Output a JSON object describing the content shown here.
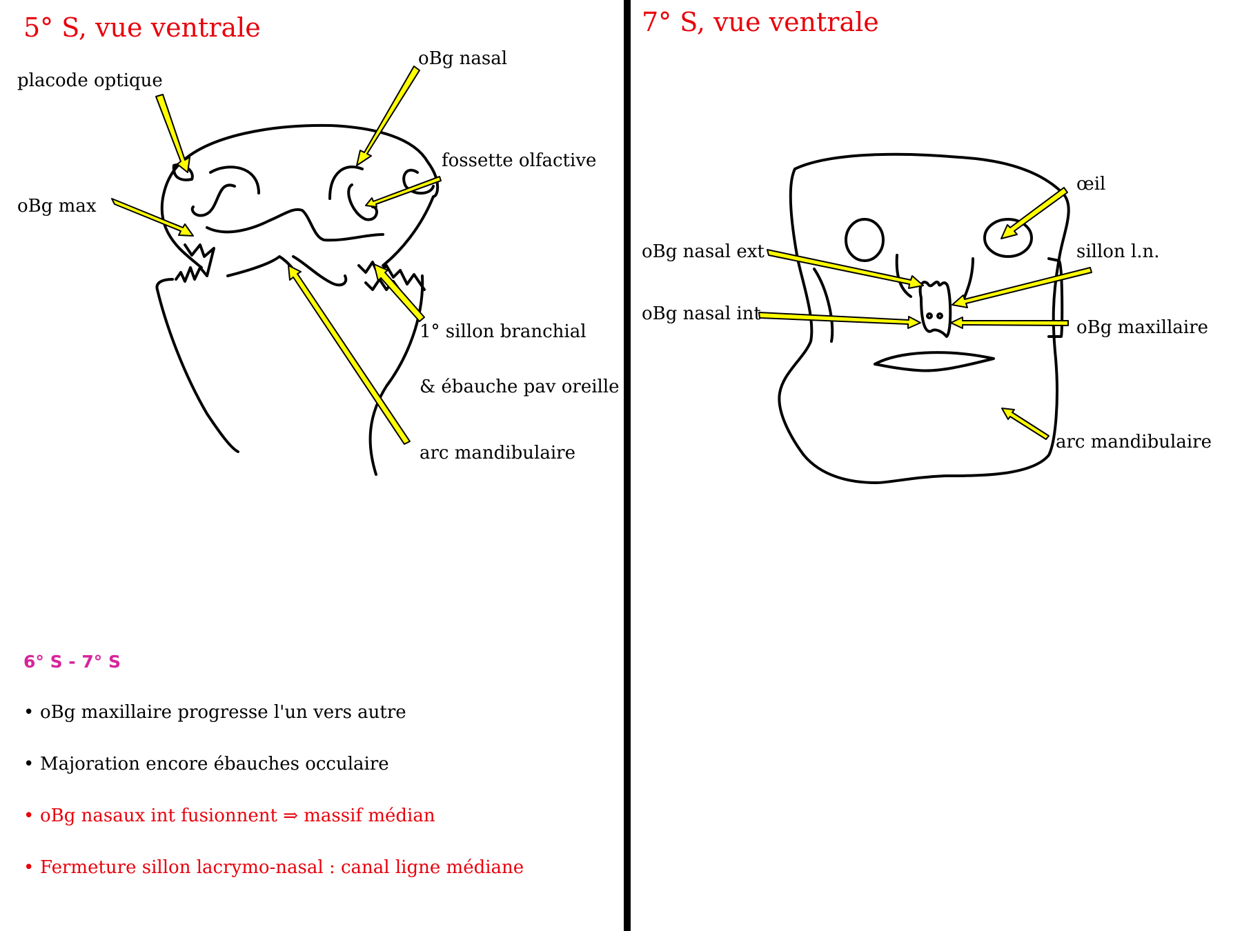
{
  "left_panel": {
    "title": "5° S, vue ventrale",
    "labels": {
      "placode_optique": "placode optique",
      "obg_nasal": "oBg nasal",
      "fossette_olfactive": "fossette olfactive",
      "obg_max": "oBg max",
      "sillon_branchial": "1° sillon branchial",
      "ebauche_oreille": "& ébauche pav oreille",
      "arc_mandibulaire": "arc mandibulaire"
    }
  },
  "right_panel": {
    "title": "7° S, vue ventrale",
    "labels": {
      "oeil": "œil",
      "obg_nasal_ext": "oBg nasal ext",
      "sillon_ln": "sillon l.n.",
      "obg_nasal_int": "oBg nasal int",
      "obg_maxillaire": "oBg maxillaire",
      "arc_mandibulaire": "arc mandibulaire"
    }
  },
  "notes": {
    "heading": "6° S - 7° S",
    "items": [
      {
        "text": "oBg maxillaire progresse l'un vers autre",
        "color": "#000000"
      },
      {
        "text": "Majoration encore ébauches occulaire",
        "color": "#000000"
      },
      {
        "text": "oBg nasaux int fusionnent ⇒ massif médian",
        "color": "#e8000b"
      },
      {
        "text": "Fermeture sillon lacrymo-nasal : canal ligne médiane",
        "color": "#e8000b"
      }
    ]
  },
  "colors": {
    "title": "#e8000b",
    "subheading": "#d6259c",
    "arrow_fill": "#ffff00",
    "arrow_stroke": "#000000",
    "line": "#000000"
  }
}
